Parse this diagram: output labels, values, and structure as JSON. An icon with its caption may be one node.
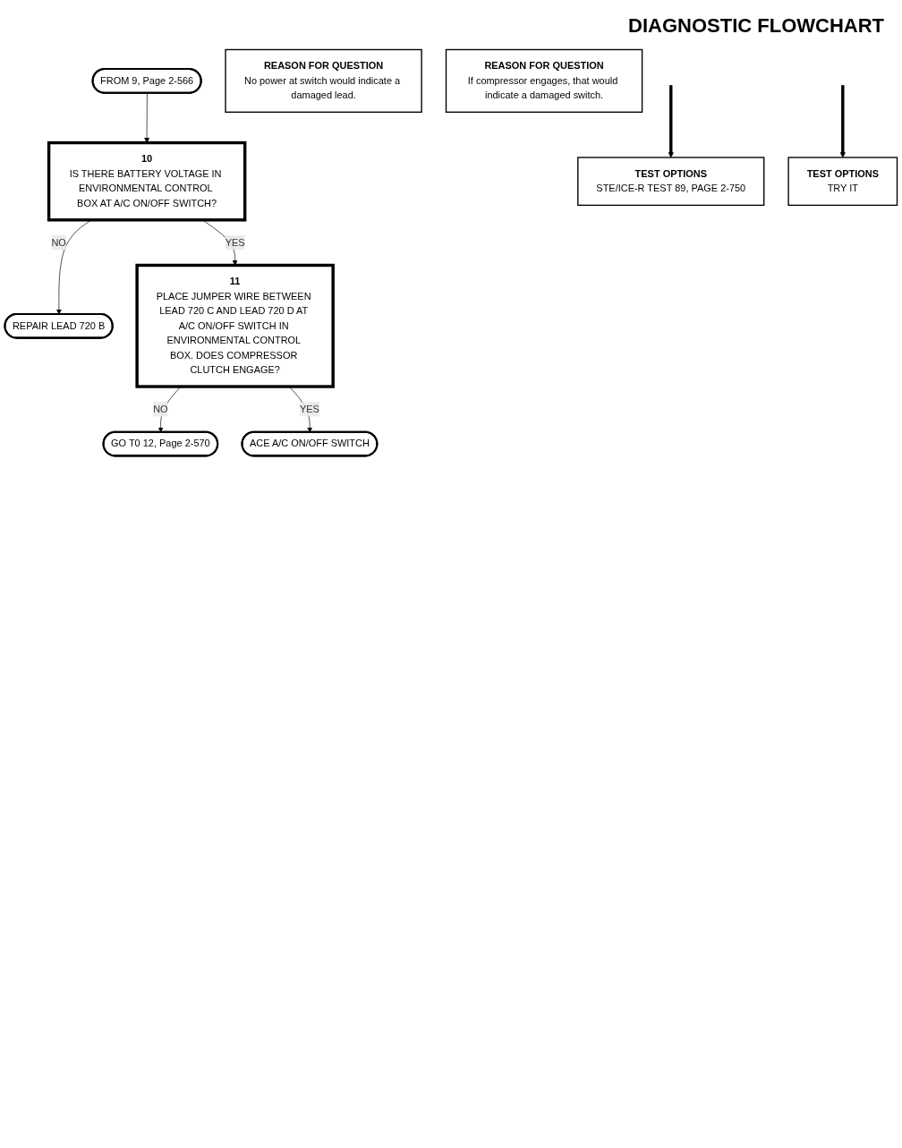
{
  "diagram": {
    "title": "DIAGNOSTIC FLOWCHART",
    "nodes": [
      {
        "text": [
          "FROM 9, Page 2-566"
        ]
      },
      {
        "text": [
          "10",
          "IS THERE BATTERY VOLTAGE IN ENVIRONMENTAL CONTROL BOX AT A/C ON/OFF SWITCH?"
        ]
      },
      {
        "text": [
          "TEST OPTIONS",
          "STE/ICE-R TEST 89, PAGE 2-750"
        ]
      },
      {
        "text": [
          "REASON FOR QUESTION",
          "No power at switch would indicate a damaged lead."
        ]
      },
      {
        "text": [
          "REPAIR LEAD 720 B"
        ]
      },
      {
        "text": [
          "11",
          "PLACE JUMPER WIRE BETWEEN LEAD 720 C AND LEAD 720 D AT A/C ON/OFF SWITCH IN ENVIRONMENTAL CONTROL BOX. DOES COMPRESSOR CLUTCH ENGAGE?"
        ]
      },
      {
        "text": [
          "TEST OPTIONS",
          "TRY IT"
        ]
      },
      {
        "text": [
          "REASON FOR QUESTION",
          "If compressor engages, that would indicate a damaged switch."
        ]
      },
      {
        "text": [
          "GO T0 12, Page 2-570"
        ]
      },
      {
        "text": [
          "ACE A/C ON/OFF SWITCH"
        ]
      }
    ],
    "edges": [
      {
        "from": 0,
        "to": 1,
        "arrow": "to"
      },
      {
        "from": null,
        "to": 2,
        "arrow": "to",
        "style": "thick"
      },
      {
        "from": 1,
        "to": 4,
        "arrow": "to",
        "label": "NO"
      },
      {
        "from": 1,
        "to": 5,
        "arrow": "to",
        "label": "YES"
      },
      {
        "from": null,
        "to": 6,
        "arrow": "to",
        "style": "thick"
      },
      {
        "from": 5,
        "to": 8,
        "arrow": "to",
        "label": "NO"
      },
      {
        "from": 5,
        "to": 9,
        "arrow": "to",
        "label": "YES"
      }
    ]
  }
}
